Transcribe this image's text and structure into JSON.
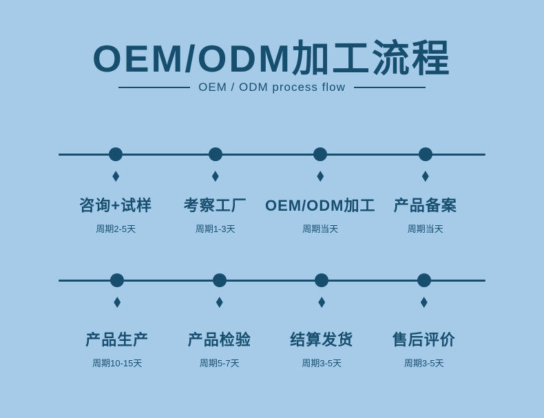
{
  "title": "OEM/ODM加工流程",
  "subtitle": "OEM / ODM process flow",
  "colors": {
    "background": "#a6cbe9",
    "primary": "#174e6e"
  },
  "rows": [
    {
      "steps": [
        {
          "label": "咨询+试样",
          "duration": "周期2-5天"
        },
        {
          "label": "考察工厂",
          "duration": "周期1-3天"
        },
        {
          "label": "OEM/ODM加工",
          "duration": "周期当天"
        },
        {
          "label": "产品备案",
          "duration": "周期当天"
        }
      ]
    },
    {
      "steps": [
        {
          "label": "产品生产",
          "duration": "周期10-15天"
        },
        {
          "label": "产品检验",
          "duration": "周期5-7天"
        },
        {
          "label": "结算发货",
          "duration": "周期3-5天"
        },
        {
          "label": "售后评价",
          "duration": "周期3-5天"
        }
      ]
    }
  ]
}
